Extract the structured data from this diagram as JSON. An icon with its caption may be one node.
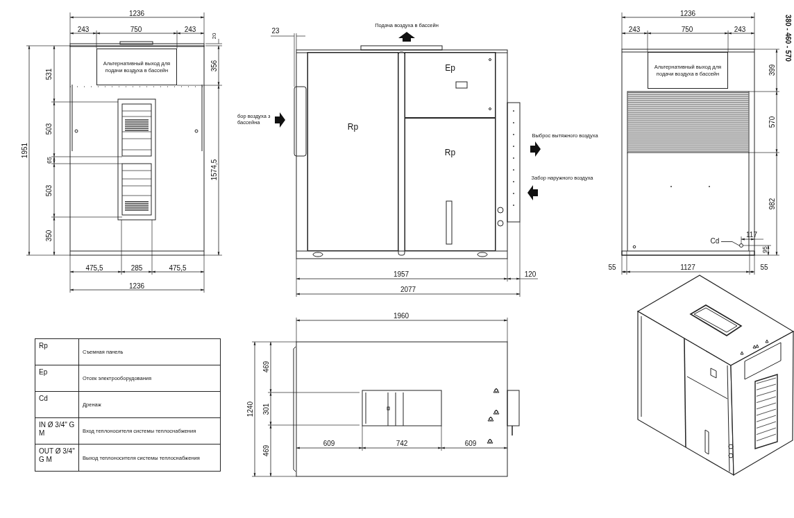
{
  "diagram": {
    "nodes": [
      {
        "text": [
          "Альтернативный выход для подачи воздуха в бассейн"
        ]
      },
      {
        "text": [
          "Rp"
        ]
      },
      {
        "text": [
          "Ep"
        ]
      },
      {
        "text": [
          "Rp"
        ]
      },
      {
        "text": [
          "Альтернативный выход для подачи воздуха в бассейн"
        ]
      },
      {
        "text": [
          "Cd"
        ]
      },
      {
        "text": [],
        "shape": "circle"
      }
    ],
    "edges": [
      {
        "from": 5,
        "to": 6,
        "arrow": "none"
      }
    ],
    "labels": [
      "1236",
      "243",
      "750",
      "243",
      "20",
      "356",
      "531",
      "1951",
      "503",
      "65",
      "503",
      "1574,5",
      "350",
      "475,5",
      "285",
      "475,5",
      "1236",
      "23",
      "Подача воздуха в бассейн",
      "бор воздуха з бассейна",
      "Выброс вытяжного воздуха",
      "Забор наружного воздуха",
      "1957",
      "120",
      "2077",
      "1236",
      "243",
      "750",
      "243",
      "380 - 460 - 570",
      "399",
      "570",
      "982",
      "117",
      "95",
      "55",
      "1127",
      "55",
      "Rp",
      "Съемная панель",
      "Ep",
      "Отсек электрооборудования",
      "Cd",
      "Дренаж",
      "IN Ø 3/4\" G M",
      "Вход теплоносителя системы теплоснабжения",
      "OUT Ø 3/4\" G M",
      "Выход теплоносителя системы теплоснабжения",
      "1960",
      "1240",
      "469",
      "301",
      "469",
      "609",
      "742",
      "609"
    ]
  }
}
